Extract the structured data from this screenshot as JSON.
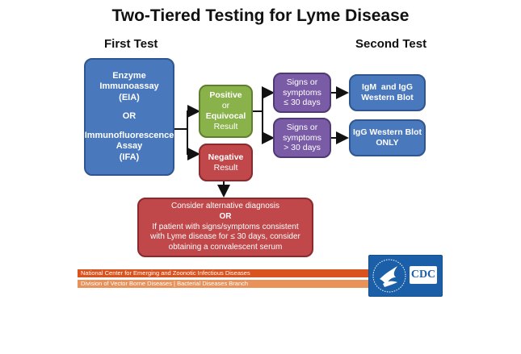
{
  "title": "Two-Tiered Testing for Lyme Disease",
  "headers": {
    "first_test": "First Test",
    "second_test": "Second Test"
  },
  "boxes": {
    "eia": {
      "line1": "Enzyme",
      "line2": "Immunoassay",
      "line3": "(EIA)",
      "or": "OR",
      "line4": "Immunofluorescence",
      "line5": "Assay",
      "line6": "(IFA)"
    },
    "positive": {
      "line1": "Positive",
      "line2": "or",
      "line3": "Equivocal",
      "line4": "Result"
    },
    "negative": {
      "line1": "Negative",
      "line2": "Result"
    },
    "signs_le30": {
      "line1": "Signs or",
      "line2": "symptoms",
      "line3": "≤ 30 days"
    },
    "signs_gt30": {
      "line1": "Signs or",
      "line2": "symptoms",
      "line3": "> 30 days"
    },
    "igm_igg": {
      "line1": "IgM  and IgG",
      "line2": "Western Blot"
    },
    "igg_only": {
      "line1": "IgG Western Blot",
      "line2": "ONLY"
    },
    "consider": {
      "line1": "Consider alternative diagnosis",
      "or": "OR",
      "line2": "If patient with signs/symptoms consistent",
      "line3": "with Lyme disease for ≤ 30 days, consider",
      "line4": "obtaining a convalescent serum"
    }
  },
  "footer": {
    "band1": "National Center for Emerging and Zoonotic Infectious Diseases",
    "band2": "Division of Vector Borne Diseases | Bacterial Diseases Branch",
    "band1_color": "#d9531e",
    "band2_color": "#e8925a",
    "logo_text": "CDC"
  },
  "colors": {
    "blue": "#4a78bd",
    "green": "#8ab24a",
    "red": "#c0474a",
    "purple": "#7a5ba6"
  }
}
